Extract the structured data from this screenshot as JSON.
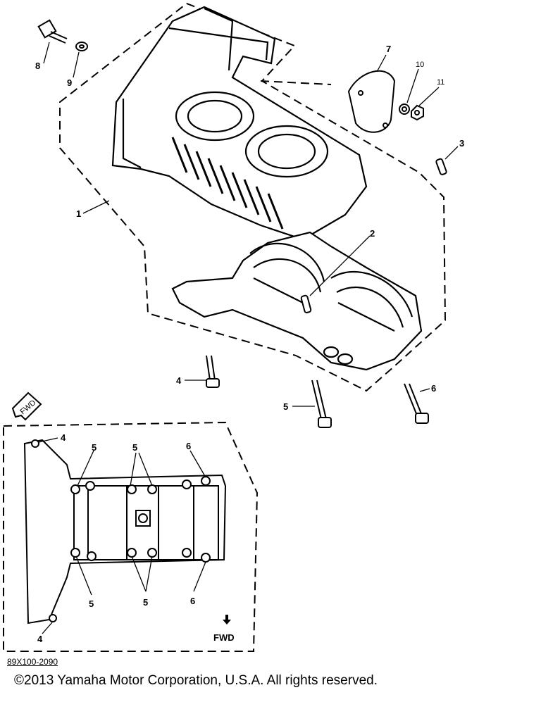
{
  "callouts": {
    "c1": "1",
    "c2": "2",
    "c3": "3",
    "c4": "4",
    "c5": "5",
    "c6": "6",
    "c7": "7",
    "c8": "8",
    "c9": "9",
    "c10": "10",
    "c11": "11",
    "inset_4_top": "4",
    "inset_4_bottom": "4",
    "inset_5_left_top": "5",
    "inset_5_mid_top": "5",
    "inset_6_top": "6",
    "inset_5_left_bottom": "5",
    "inset_5_mid_bottom": "5",
    "inset_6_bottom": "6"
  },
  "fwd_badge": "FWD",
  "fwd_label": "FWD",
  "diagram_code": "89X100-2090",
  "copyright": "©2013 Yamaha Motor Corporation, U.S.A. All rights reserved."
}
